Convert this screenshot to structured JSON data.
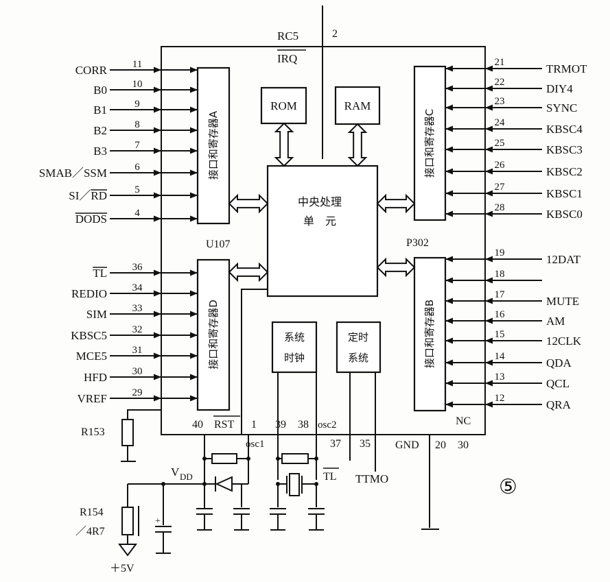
{
  "chip": {
    "top_label": "RC5",
    "top_pin": "2",
    "irq": "IRQ",
    "left_name": "U107",
    "right_name": "P302",
    "nc": "NC",
    "gnd": "GND",
    "gnd_pins": [
      "20",
      "30"
    ],
    "osc1": "osc1",
    "osc2": "osc2",
    "rst": "RST",
    "pin40": "40",
    "pin1": "1",
    "pin39": "39",
    "pin38": "38",
    "pin37": "37",
    "pin35": "35",
    "tl_bottom": "TL",
    "ttmo": "TTMO"
  },
  "blocks": {
    "rom": "ROM",
    "ram": "RAM",
    "cpu_line1": "中央处理",
    "cpu_line2": "单　元",
    "port_a": "接口和寄存器A",
    "port_b": "接口和寄存器B",
    "port_c": "接口和寄存器C",
    "port_d": "接口和寄存器D",
    "sysclk_line1": "系统",
    "sysclk_line2": "时钟",
    "timer_line1": "定时",
    "timer_line2": "系统"
  },
  "left_pins_top": [
    {
      "name": "CORR",
      "pin": "11"
    },
    {
      "name": "B0",
      "pin": "10"
    },
    {
      "name": "B1",
      "pin": "9"
    },
    {
      "name": "B2",
      "pin": "8"
    },
    {
      "name": "B3",
      "pin": "7"
    },
    {
      "name": "SMAB／SSM",
      "pin": "6"
    },
    {
      "name": "SI／",
      "overbar": "RD",
      "pin": "5"
    },
    {
      "name": "",
      "overbar": "DODS",
      "pin": "4"
    }
  ],
  "left_pins_bottom": [
    {
      "name": "",
      "overbar": "TL",
      "pin": "36"
    },
    {
      "name": "REDIO",
      "pin": "34"
    },
    {
      "name": "SIM",
      "pin": "33"
    },
    {
      "name": "KBSC5",
      "pin": "32"
    },
    {
      "name": "MCE5",
      "pin": "31"
    },
    {
      "name": "HFD",
      "pin": "30"
    },
    {
      "name": "VREF",
      "pin": "29"
    }
  ],
  "right_pins_top": [
    {
      "name": "TRMOT",
      "pin": "21"
    },
    {
      "name": "DIY4",
      "pin": "22"
    },
    {
      "name": "SYNC",
      "pin": "23"
    },
    {
      "name": "KBSC4",
      "pin": "24"
    },
    {
      "name": "KBSC3",
      "pin": "25"
    },
    {
      "name": "KBSC2",
      "pin": "26"
    },
    {
      "name": "KBSC1",
      "pin": "27"
    },
    {
      "name": "KBSC0",
      "pin": "28"
    }
  ],
  "right_pins_bottom": [
    {
      "name": "12DAT",
      "pin": "19"
    },
    {
      "name": "",
      "pin": "18"
    },
    {
      "name": "MUTE",
      "pin": "17"
    },
    {
      "name": "AM",
      "pin": "16"
    },
    {
      "name": "12CLK",
      "pin": "15"
    },
    {
      "name": "QDA",
      "pin": "14"
    },
    {
      "name": "QCL",
      "pin": "13"
    },
    {
      "name": "QRA",
      "pin": "12"
    }
  ],
  "external": {
    "r153": "R153",
    "r154": "R154",
    "r154_value": "／4R7",
    "vdd": "V",
    "vdd_sub": "DD",
    "plus5v": "＋5V",
    "figure_number": "⑤"
  }
}
